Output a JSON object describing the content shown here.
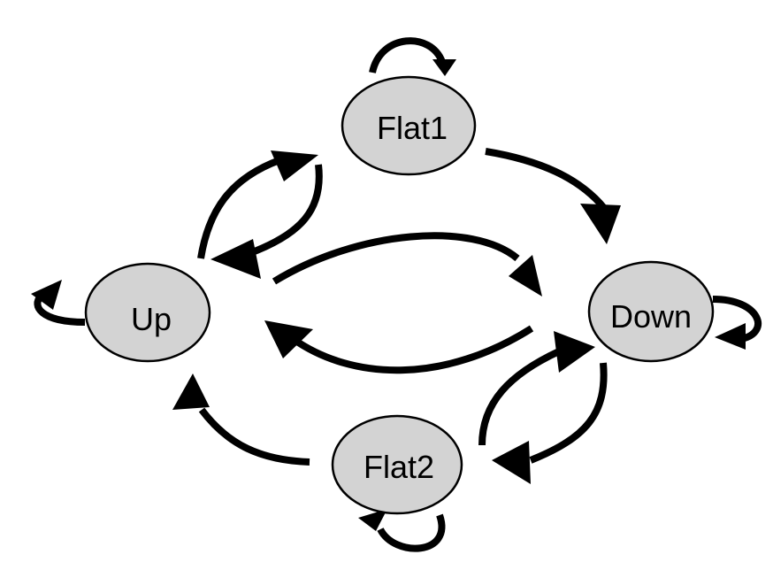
{
  "diagram": {
    "node_fill": "#d3d3d3",
    "stroke_color": "#000000",
    "nodes": [
      {
        "id": "flat1",
        "label": "Flat1"
      },
      {
        "id": "up",
        "label": "Up"
      },
      {
        "id": "down",
        "label": "Down"
      },
      {
        "id": "flat2",
        "label": "Flat2"
      }
    ],
    "edges": [
      {
        "from": "flat1",
        "to": "flat1"
      },
      {
        "from": "up",
        "to": "up"
      },
      {
        "from": "down",
        "to": "down"
      },
      {
        "from": "flat2",
        "to": "flat2"
      },
      {
        "from": "up",
        "to": "flat1"
      },
      {
        "from": "flat1",
        "to": "up"
      },
      {
        "from": "flat1",
        "to": "down"
      },
      {
        "from": "up",
        "to": "down"
      },
      {
        "from": "down",
        "to": "up"
      },
      {
        "from": "flat2",
        "to": "up"
      },
      {
        "from": "flat2",
        "to": "down"
      },
      {
        "from": "down",
        "to": "flat2"
      }
    ]
  }
}
